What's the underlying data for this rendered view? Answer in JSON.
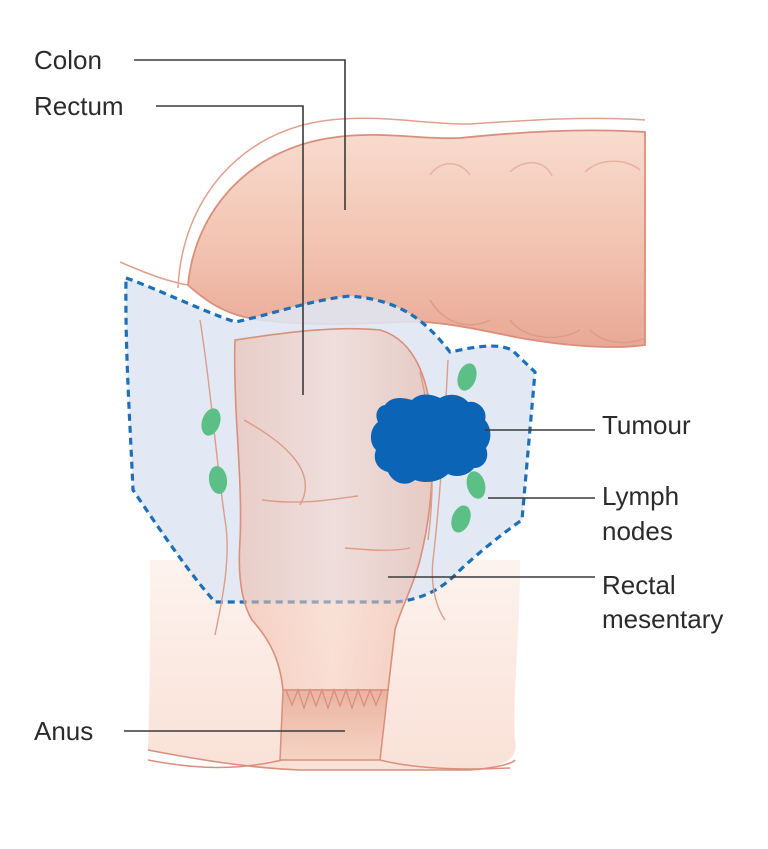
{
  "labels": {
    "colon": "Colon",
    "rectum": "Rectum",
    "tumour": "Tumour",
    "lymph_nodes_line1": "Lymph",
    "lymph_nodes_line2": "nodes",
    "rectal_mesentary_line1": "Rectal",
    "rectal_mesentary_line2": "mesentary",
    "anus": "Anus"
  },
  "colors": {
    "tissue": "#f4cfc0",
    "tissue_dark": "#e2a593",
    "tissue_outline": "#d98f7c",
    "skin": "#fbe8e0",
    "mesentary_fill": "#dfe6f2",
    "mesentary_border": "#1d6fb8",
    "tumour": "#0b64b5",
    "lymph_node": "#5cbf85",
    "text": "#2b2b2b"
  }
}
